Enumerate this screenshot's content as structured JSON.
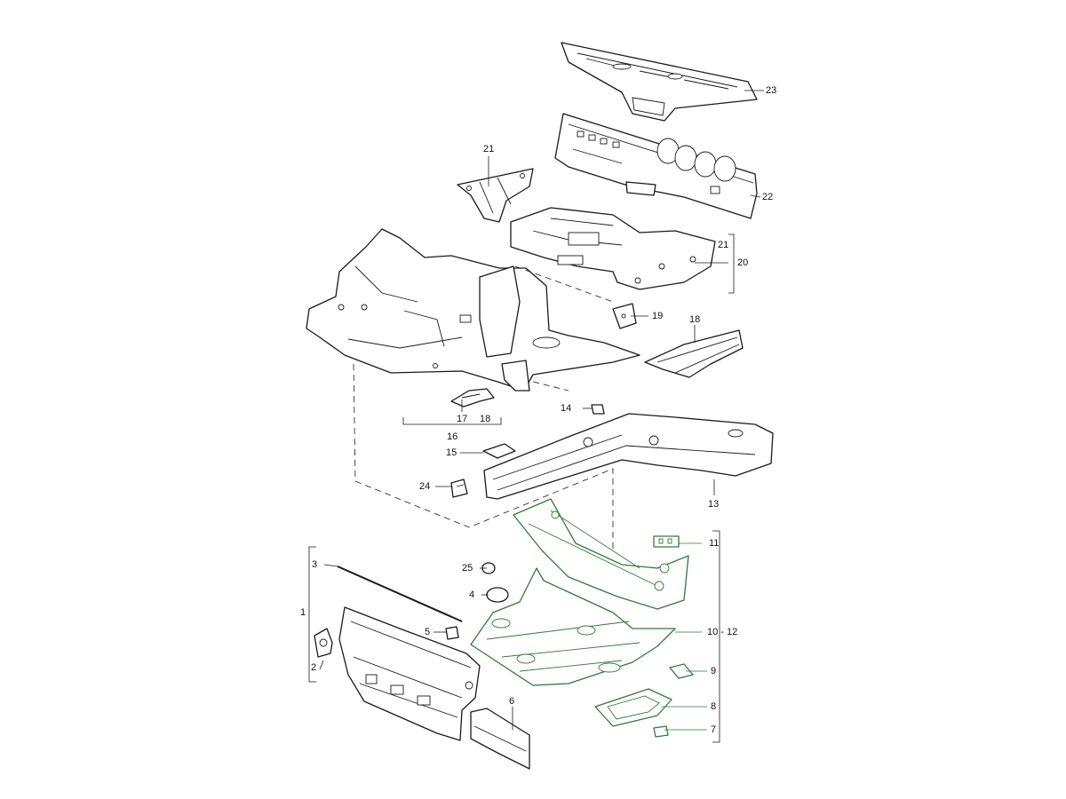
{
  "colors": {
    "highlight": "#2e7d32",
    "line": "#1a1a1a",
    "background": "#ffffff"
  },
  "labels": {
    "n1": "1",
    "n2": "2",
    "n3": "3",
    "n4": "4",
    "n5": "5",
    "n6": "6",
    "n7": "7",
    "n8": "8",
    "n9": "9",
    "n10_12": "10 - 12",
    "n11": "11",
    "n13": "13",
    "n14": "14",
    "n15": "15",
    "n16": "16",
    "n17": "17",
    "n18a": "18",
    "n18b": "18",
    "n19": "19",
    "n20": "20",
    "n21a": "21",
    "n21b": "21",
    "n22": "22",
    "n23": "23",
    "n24": "24",
    "n25": "25"
  },
  "highlighted_parts": [
    "7",
    "8",
    "9",
    "10",
    "11",
    "12"
  ]
}
